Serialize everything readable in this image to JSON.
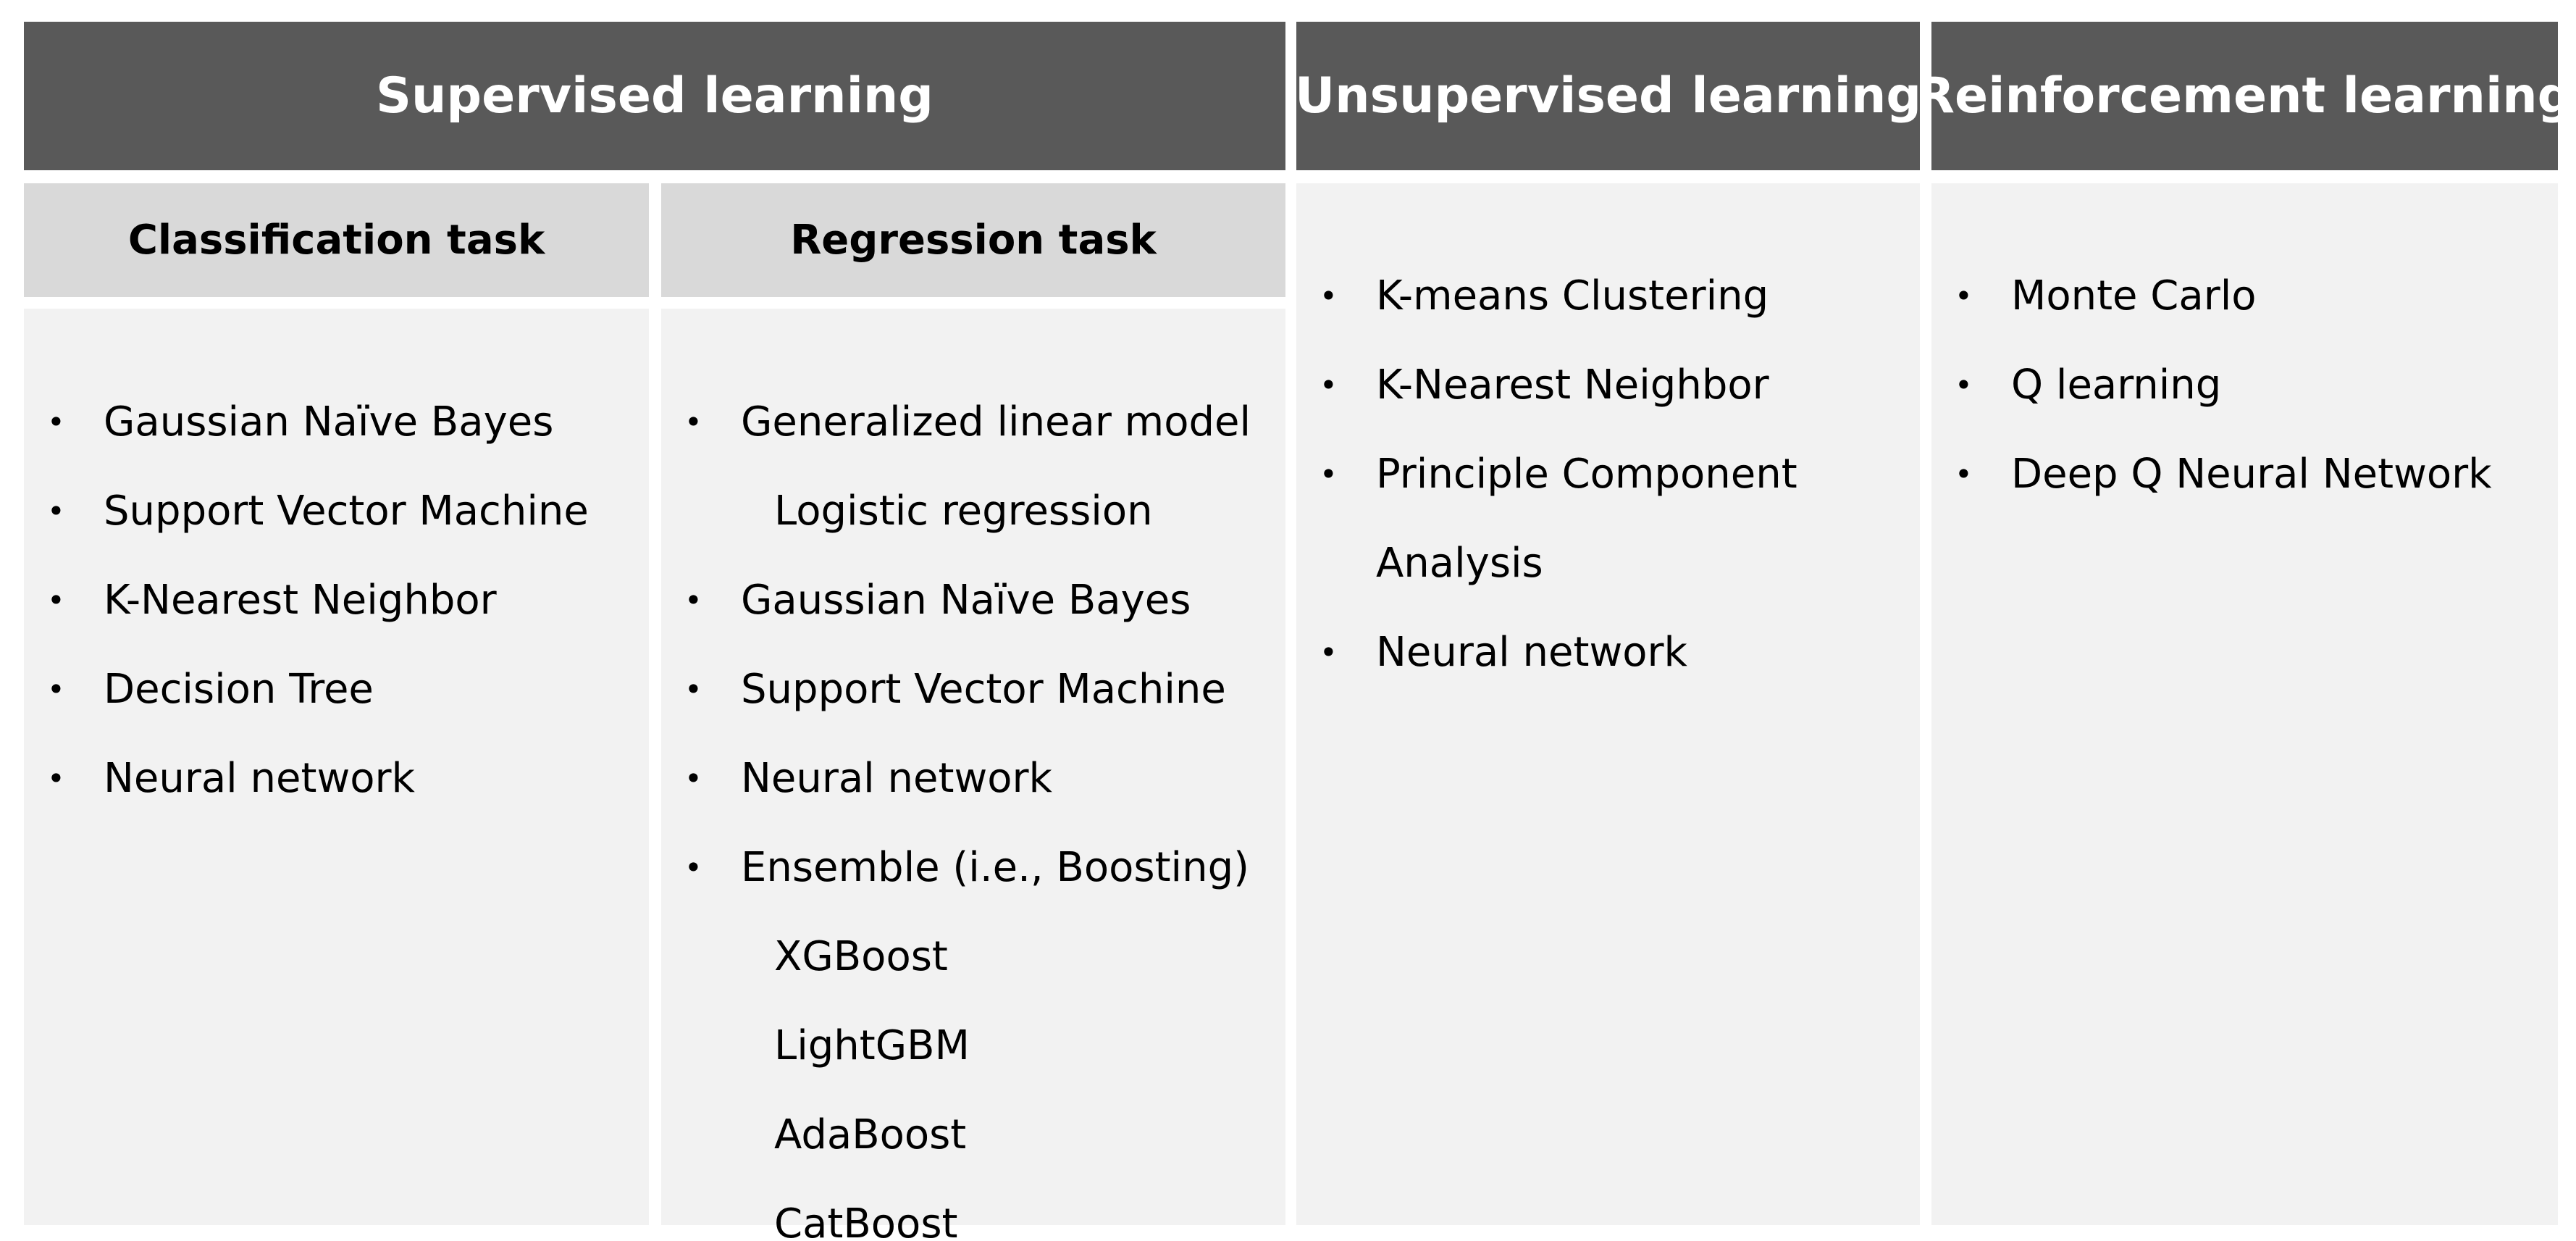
{
  "headers": {
    "supervised": "Supervised learning",
    "unsupervised": "Unsupervised learning",
    "reinforcement": "Reinforcement learning"
  },
  "subheaders": {
    "classification": "Classification task",
    "regression": "Regression task"
  },
  "bullet_symbol": "•",
  "classification_items": [
    "Gaussian Naïve Bayes",
    "Support Vector Machine",
    "K-Nearest Neighbor",
    "Decision Tree",
    "Neural network"
  ],
  "regression_items": [
    {
      "text": "Generalized linear model",
      "bullet": true
    },
    {
      "text": "Logistic regression",
      "bullet": false
    },
    {
      "text": "Gaussian Naïve Bayes",
      "bullet": true
    },
    {
      "text": "Support Vector Machine",
      "bullet": true
    },
    {
      "text": "Neural network",
      "bullet": true
    },
    {
      "text": "Ensemble (i.e., Boosting)",
      "bullet": true
    },
    {
      "text": "XGBoost",
      "bullet": false
    },
    {
      "text": "LightGBM",
      "bullet": false
    },
    {
      "text": "AdaBoost",
      "bullet": false
    },
    {
      "text": "CatBoost",
      "bullet": false
    }
  ],
  "unsupervised_items": [
    {
      "text": "K-means Clustering",
      "bullet": true
    },
    {
      "text": "K-Nearest Neighbor",
      "bullet": true
    },
    {
      "text": "Principle Component",
      "bullet": true
    },
    {
      "text": "Analysis",
      "bullet": false
    },
    {
      "text": "Neural network",
      "bullet": true
    }
  ],
  "reinforcement_items": [
    "Monte Carlo",
    "Q learning",
    "Deep Q Neural Network"
  ],
  "colors": {
    "header_bg": "#595959",
    "header_text": "#ffffff",
    "subheader_bg": "#d9d9d9",
    "body_bg": "#f2f2f2",
    "text": "#000000"
  }
}
